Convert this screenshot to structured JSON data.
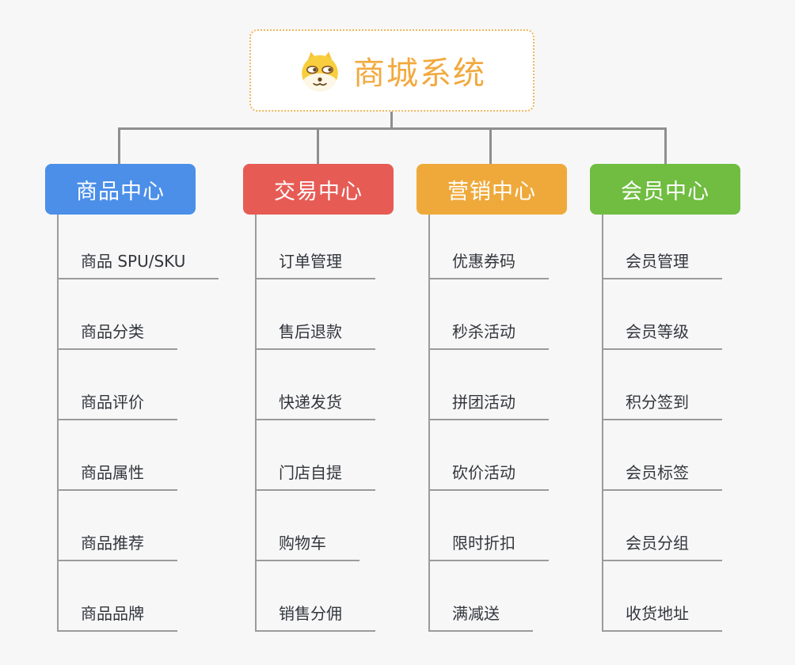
{
  "root": {
    "label": "商城系统",
    "icon": "dog-face-icon"
  },
  "branches": [
    {
      "id": "product-center",
      "label": "商品中心",
      "color": "#4b8fe8",
      "children": [
        "商品 SPU/SKU",
        "商品分类",
        "商品评价",
        "商品属性",
        "商品推荐",
        "商品品牌"
      ]
    },
    {
      "id": "trade-center",
      "label": "交易中心",
      "color": "#e65c55",
      "children": [
        "订单管理",
        "售后退款",
        "快递发货",
        "门店自提",
        "购物车",
        "销售分佣"
      ]
    },
    {
      "id": "marketing-center",
      "label": "营销中心",
      "color": "#efa93b",
      "children": [
        "优惠券码",
        "秒杀活动",
        "拼团活动",
        "砍价活动",
        "限时折扣",
        "满减送"
      ]
    },
    {
      "id": "member-center",
      "label": "会员中心",
      "color": "#70bd41",
      "children": [
        "会员管理",
        "会员等级",
        "积分签到",
        "会员标签",
        "会员分组",
        "收货地址"
      ]
    }
  ],
  "colors": {
    "background": "#f7f7f7",
    "connector": "#8f8f8f",
    "leaf_line": "#9b9b9b",
    "leaf_text": "#33363c",
    "root_text": "#f2a93e",
    "root_border": "#f0b65c"
  }
}
